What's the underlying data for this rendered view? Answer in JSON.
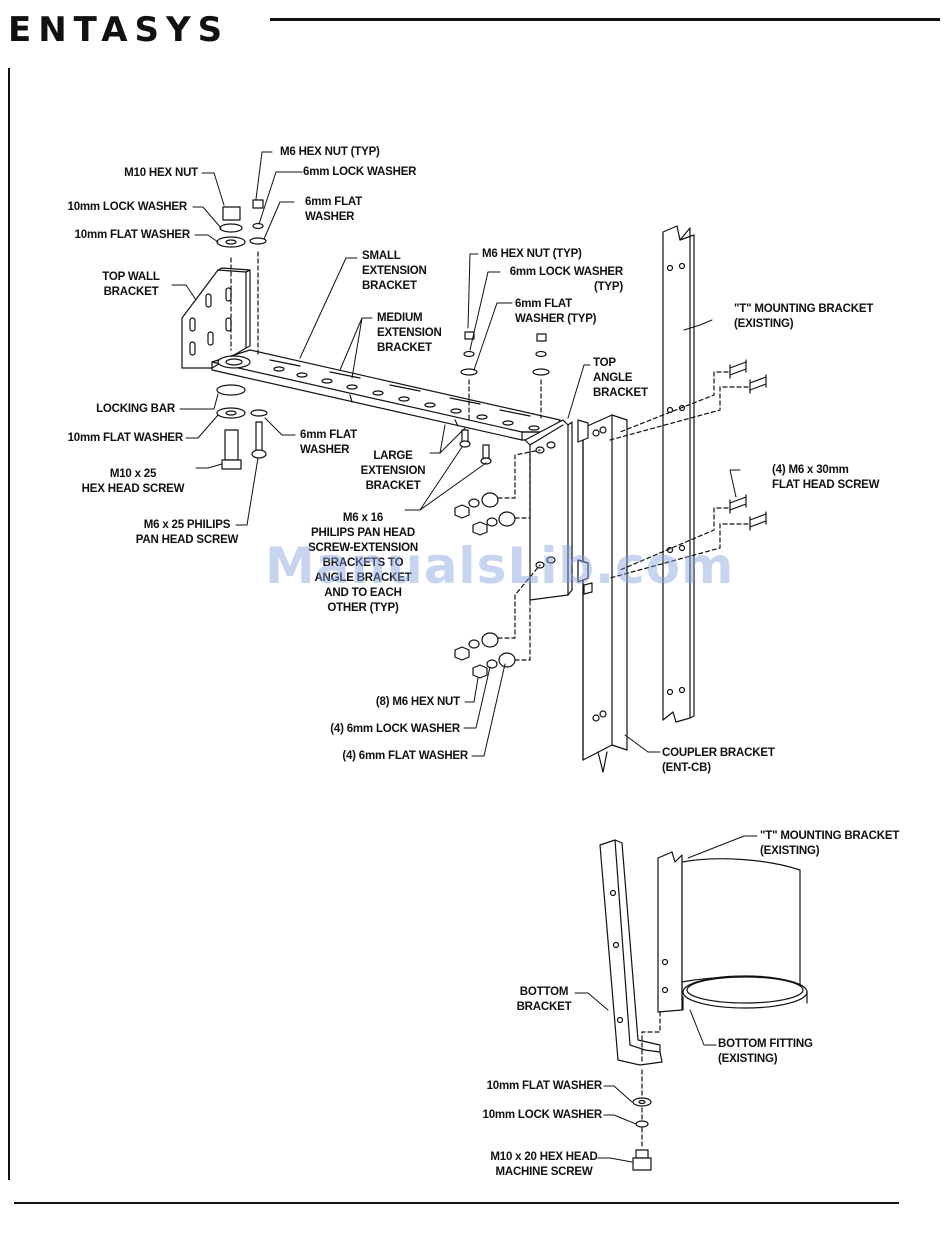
{
  "header": {
    "brand": "ENTASYS"
  },
  "upper_labels": {
    "m10_hex_nut": "M10 HEX NUT",
    "m6_hex_nut_typ": "M6 HEX NUT (TYP)",
    "lock_washer_6mm": "6mm LOCK WASHER",
    "lock_washer_10mm": "10mm LOCK WASHER",
    "flat_washer_6mm": "6mm FLAT\nWASHER",
    "flat_washer_10mm": "10mm FLAT WASHER",
    "top_wall_bracket": "TOP WALL\nBRACKET",
    "small_extension_bracket": "SMALL\nEXTENSION\nBRACKET",
    "medium_extension_bracket": "MEDIUM\nEXTENSION\nBRACKET",
    "m6_hex_nut_typ_2": "M6 HEX NUT (TYP)",
    "lock_washer_6mm_typ": "6mm LOCK WASHER\n(TYP)",
    "flat_washer_6mm_typ": "6mm FLAT\nWASHER (TYP)",
    "t_mounting_bracket": "\"T\" MOUNTING BRACKET\n(EXISTING)",
    "top_angle_bracket": "TOP\nANGLE\nBRACKET",
    "locking_bar": "LOCKING BAR",
    "flat_washer_10mm_lower": "10mm FLAT WASHER",
    "flat_washer_6mm_lower": "6mm FLAT\nWASHER",
    "m10_hex_head_screw": "M10 x 25\nHEX HEAD SCREW",
    "large_extension_bracket": "LARGE\nEXTENSION\nBRACKET",
    "m6_flat_head_screw": "(4) M6 x 30mm\nFLAT HEAD SCREW",
    "m6_philips_screw": "M6 x 25 PHILIPS\nPAN HEAD SCREW",
    "m6_pan_head_note": "M6 x 16\nPHILIPS PAN HEAD\nSCREW-EXTENSION\nBRACKETS TO\nANGLE BRACKET\nAND TO EACH\nOTHER (TYP)",
    "m6_hex_nut_8": "(8) M6 HEX NUT",
    "lock_washer_6mm_4": "(4) 6mm LOCK WASHER",
    "flat_washer_6mm_4": "(4) 6mm FLAT WASHER",
    "coupler_bracket": "COUPLER BRACKET\n(ENT-CB)"
  },
  "lower_labels": {
    "t_mounting_bracket": "\"T\" MOUNTING BRACKET\n(EXISTING)",
    "bottom_bracket": "BOTTOM\nBRACKET",
    "bottom_fitting": "BOTTOM FITTING\n(EXISTING)",
    "flat_washer_10mm": "10mm FLAT WASHER",
    "lock_washer_10mm": "10mm LOCK WASHER",
    "hex_head_machine_screw": "M10 x 20 HEX HEAD\nMACHINE SCREW"
  },
  "watermark": "ManualsLib.com"
}
